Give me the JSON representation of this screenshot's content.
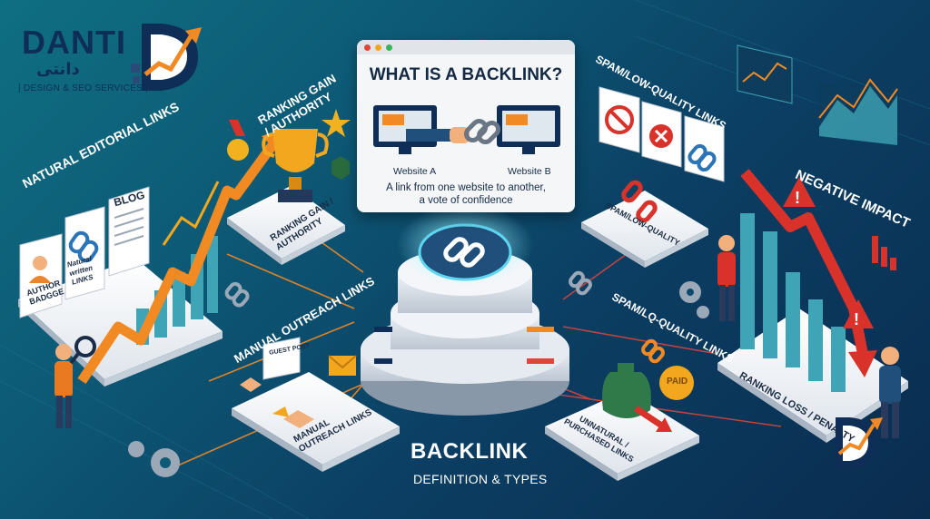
{
  "logo": {
    "brand": "DANTI",
    "brand_farsi": "دانتی",
    "tagline": "| DESIGN & SEO SERVICES |"
  },
  "center_card": {
    "title": "WHAT IS A BACKLINK?",
    "site_a": "Website A",
    "site_b": "Website B",
    "description_line1": "A link from one website to another,",
    "description_line2": "a vote of confidence"
  },
  "labels": {
    "natural_editorial": "NATURAL EDITORIAL LINKS",
    "author_badge": "AUTHOR BADGGE",
    "blog": "BLOG",
    "natural_written_links": "Natural written LINKS",
    "ranking_gain_top": "RANKING GAIN / AUTHORITY",
    "ranking_gain_tile": "RANKING GAIN / AUTHORITY",
    "manual_outreach": "MANUAL OUTREACH LINKS",
    "manual_outreach_tile": "MANUAL OUTREACH LINKS",
    "guest_post": "GUEST POST",
    "spam_low_top": "SPAM/LOW-QUALITY LINKS",
    "spam_low_tile": "SPAM/LOW-QUALITY",
    "spam_lq_mid": "SPAM/LQ-QUALITY LINKS",
    "unnatural": "UNNATURAL / PURCHASED LINKS",
    "paid": "PAID",
    "negative_impact": "NEGATIVE IMPACT",
    "ranking_loss": "RANKING LOSS / PENALTY"
  },
  "footer": {
    "title": "BACKLINK",
    "subtitle": "DEFINITION & TYPES"
  },
  "colors": {
    "accent_orange": "#f28a24",
    "negative_red": "#d9322a",
    "navy": "#0f2e57",
    "bar_teal": "#3fa4b5"
  }
}
